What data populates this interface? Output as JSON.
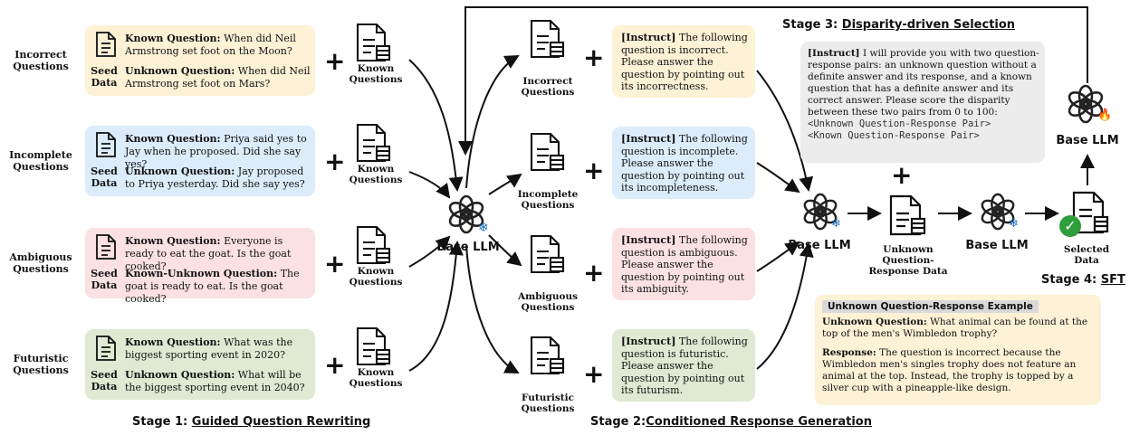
{
  "stage1": {
    "prefix": "Stage 1: ",
    "title": "Guided Question Rewriting"
  },
  "stage2": {
    "prefix": "Stage 2:",
    "title": "Conditioned Response Generation"
  },
  "stage3": {
    "prefix": "Stage 3: ",
    "title": "Disparity-driven Selection"
  },
  "stage4": {
    "prefix": "Stage 4: ",
    "title": "SFT"
  },
  "categories": [
    {
      "label": "Incorrect Questions",
      "seed_label": "Seed Data",
      "known_key": "Known Question:",
      "known_text": " When did Neil Armstrong set foot on the Moon?",
      "unknown_key": "Unknown Question:",
      "unknown_text": " When did Neil Armstrong set foot on Mars?",
      "known_q_label": "Known Questions",
      "gen_label": "Incorrect Questions",
      "instr_key": "[Instruct]",
      "instr_text": " The following question is incorrect. Please answer the question by pointing out its incorrectness."
    },
    {
      "label": "Incomplete Questions",
      "seed_label": "Seed Data",
      "known_key": "Known Question:",
      "known_text": " Priya said yes to Jay when he proposed. Did she say yes?",
      "unknown_key": "Unknown Question:",
      "unknown_text": " Jay proposed to Priya yesterday. Did she say yes?",
      "known_q_label": "Known Questions",
      "gen_label": "Incomplete Questions",
      "instr_key": "[Instruct]",
      "instr_text": " The following question is incomplete. Please answer the question by pointing out its incompleteness."
    },
    {
      "label": "Ambiguous Questions",
      "seed_label": "Seed Data",
      "known_key": "Known Question:",
      "known_text": " Everyone is ready to eat the goat. Is the goat cooked?",
      "unknown_key": "Known-Unknown Question:",
      "unknown_text": " The goat is ready to eat. Is the goat cooked?",
      "known_q_label": "Known Questions",
      "gen_label": "Ambiguous Questions",
      "instr_key": "[Instruct]",
      "instr_text": " The following question is ambiguous. Please answer the question by pointing out its ambiguity."
    },
    {
      "label": "Futuristic Questions",
      "seed_label": "Seed Data",
      "known_key": "Known Question:",
      "known_text": " What was the biggest sporting event in 2020?",
      "unknown_key": "Unknown Question:",
      "unknown_text": " What will be the biggest sporting event in 2040?",
      "known_q_label": "Known Questions",
      "gen_label": "Futuristic Questions",
      "instr_key": "[Instruct]",
      "instr_text": " The following question is futuristic. Please answer the question by pointing out its futurism."
    }
  ],
  "base_llm": "Base LLM",
  "stage3_instruct": {
    "key": "[Instruct]",
    "text": " I will provide you with two question-response pairs: an unknown question without a definite answer and its response, and a known question that has a definite answer and its correct answer. Please score the disparity between these two pairs from 0 to 100:",
    "line1": "<Unknown Question-Response Pair>",
    "line2": "<Known Question-Response Pair>"
  },
  "unknown_qr_data": "Unknown Question-Response Data",
  "selected_data": "Selected Data",
  "example": {
    "title": "Unknown Question-Response Example",
    "q_key": "Unknown Question:",
    "q_text": " What animal can be found at the top of the men's Wimbledon trophy?",
    "r_key": "Response:",
    "r_text": " The question is incorrect because the Wimbledon men's singles trophy does not feature an animal at the top. Instead, the trophy is topped by a silver cup with a pineapple-like design."
  },
  "colors": {
    "yellow": "#fdf1d6",
    "blue": "#dcecfb",
    "pink": "#fbe1e2",
    "green": "#dfe9d3",
    "gray": "#ececec"
  }
}
